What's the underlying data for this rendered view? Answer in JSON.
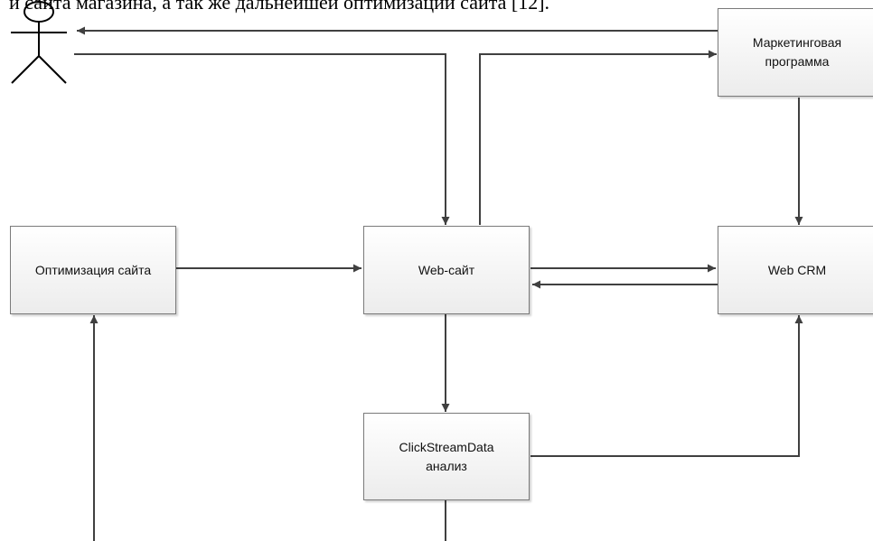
{
  "page": {
    "header_text": "и сайта магазина, а так же дальнейшей оптимизации сайта [12]."
  },
  "nodes": {
    "marketing": {
      "label": "Маркетинговая\nпрограмма"
    },
    "optimization": {
      "label": "Оптимизация сайта"
    },
    "website": {
      "label": "Web-сайт"
    },
    "webcrm": {
      "label": "Web CRM"
    },
    "clickstream": {
      "label": "ClickStreamData\nанализ"
    }
  },
  "colors": {
    "line": "#404040",
    "box_border": "#7a7a7a"
  },
  "icons": {
    "actor": "stick-figure-actor-icon"
  }
}
